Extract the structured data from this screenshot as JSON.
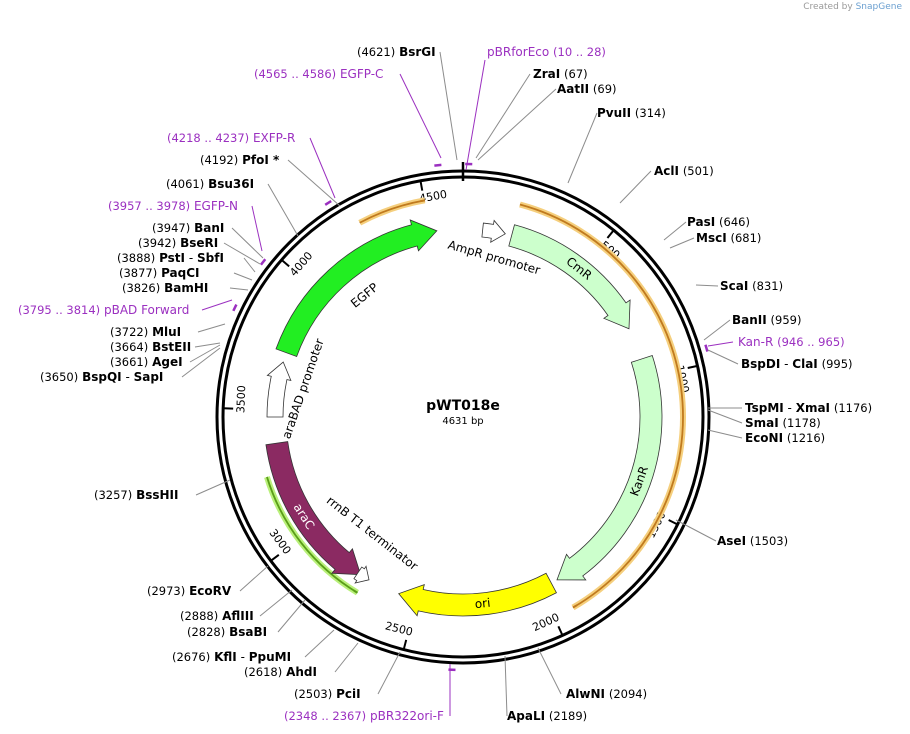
{
  "credit": {
    "prefix": "Created by",
    "brand": "SnapGene"
  },
  "plasmid": {
    "name": "pWT018e",
    "length_label": "4631 bp",
    "length": 4631
  },
  "colors": {
    "primer": "#9b30c0",
    "label": "#000000",
    "leader": "#8c8c8c",
    "egfp": "#22ee22",
    "amp_promoter": "#ffffff",
    "cmr": "#ccffcc",
    "kanr": "#ccffcc",
    "ori": "#ffff00",
    "arac": "#8b2a62",
    "terminator": "#ffffff",
    "arabad_promoter": "#ffffff",
    "orf_line": "#c07a1e",
    "orf_glow": "#f5cf7d",
    "orf_line_green": "#5a9e18",
    "orf_glow_green": "#b9f07a"
  },
  "ticks": [
    {
      "label": "500"
    },
    {
      "label": "1000"
    },
    {
      "label": "1500"
    },
    {
      "label": "2000"
    },
    {
      "label": "2500"
    },
    {
      "label": "3000"
    },
    {
      "label": "3500"
    },
    {
      "label": "4000"
    },
    {
      "label": "4500"
    }
  ],
  "features": [
    {
      "name": "EGFP",
      "color": "egfp"
    },
    {
      "name": "AmpR promoter",
      "color": "amp_promoter"
    },
    {
      "name": "CmR",
      "color": "cmr"
    },
    {
      "name": "KanR",
      "color": "kanr"
    },
    {
      "name": "ori",
      "color": "ori"
    },
    {
      "name": "araC",
      "color": "arac"
    },
    {
      "name": "rrnB T1 terminator",
      "color": "terminator"
    },
    {
      "name": "araBAD promoter",
      "color": "arabad_promoter"
    }
  ],
  "sites": [
    {
      "id": "bsrgi",
      "pos": "(4621)",
      "name": "BsrGI",
      "kind": "enzyme"
    },
    {
      "id": "pbrforeco",
      "pos": "(10 .. 28)",
      "name": "pBRforEco",
      "kind": "primer"
    },
    {
      "id": "zrai",
      "pos": "(67)",
      "name": "ZraI",
      "kind": "enzyme"
    },
    {
      "id": "aatii",
      "pos": "(69)",
      "name": "AatII",
      "kind": "enzyme"
    },
    {
      "id": "egfp-c",
      "pos": "(4565 .. 4586)",
      "name": "EGFP-C",
      "kind": "primer"
    },
    {
      "id": "pvuii",
      "pos": "(314)",
      "name": "PvuII",
      "kind": "enzyme"
    },
    {
      "id": "exfp-r",
      "pos": "(4218 .. 4237)",
      "name": "EXFP-R",
      "kind": "primer"
    },
    {
      "id": "pfoi",
      "pos": "(4192)",
      "name": "PfoI *",
      "kind": "enzyme"
    },
    {
      "id": "acli",
      "pos": "(501)",
      "name": "AclI",
      "kind": "enzyme"
    },
    {
      "id": "bsu36i",
      "pos": "(4061)",
      "name": "Bsu36I",
      "kind": "enzyme"
    },
    {
      "id": "egfp-n",
      "pos": "(3957 .. 3978)",
      "name": "EGFP-N",
      "kind": "primer"
    },
    {
      "id": "pasi",
      "pos": "(646)",
      "name": "PasI",
      "kind": "enzyme"
    },
    {
      "id": "bani",
      "pos": "(3947)",
      "name": "BanI",
      "kind": "enzyme"
    },
    {
      "id": "msci",
      "pos": "(681)",
      "name": "MscI",
      "kind": "enzyme"
    },
    {
      "id": "beseri",
      "pos": "(3942)",
      "name": "BseRI",
      "kind": "enzyme"
    },
    {
      "id": "psti",
      "pos": "(3888)",
      "name": "PstI",
      "name2": "SbfI",
      "kind": "enzyme"
    },
    {
      "id": "paqci",
      "pos": "(3877)",
      "name": "PaqCI",
      "kind": "enzyme"
    },
    {
      "id": "scai",
      "pos": "(831)",
      "name": "ScaI",
      "kind": "enzyme"
    },
    {
      "id": "bamhi",
      "pos": "(3826)",
      "name": "BamHI",
      "kind": "enzyme"
    },
    {
      "id": "pbad-forward",
      "pos": "(3795 .. 3814)",
      "name": "pBAD Forward",
      "kind": "primer"
    },
    {
      "id": "banii",
      "pos": "(959)",
      "name": "BanII",
      "kind": "enzyme"
    },
    {
      "id": "mlui",
      "pos": "(3722)",
      "name": "MluI",
      "kind": "enzyme"
    },
    {
      "id": "kan-r",
      "pos": "(946 .. 965)",
      "name": "Kan-R",
      "kind": "primer"
    },
    {
      "id": "bsteii",
      "pos": "(3664)",
      "name": "BstEII",
      "kind": "enzyme"
    },
    {
      "id": "agei",
      "pos": "(3661)",
      "name": "AgeI",
      "kind": "enzyme"
    },
    {
      "id": "bspdi",
      "pos": "(995)",
      "name": "BspDI",
      "name2": "ClaI",
      "kind": "enzyme"
    },
    {
      "id": "bspqi",
      "pos": "(3650)",
      "name": "BspQI",
      "name2": "SapI",
      "kind": "enzyme"
    },
    {
      "id": "tspmi",
      "pos": "(1176)",
      "name": "TspMI",
      "name2": "XmaI",
      "kind": "enzyme"
    },
    {
      "id": "smai",
      "pos": "(1178)",
      "name": "SmaI",
      "kind": "enzyme"
    },
    {
      "id": "econi",
      "pos": "(1216)",
      "name": "EcoNI",
      "kind": "enzyme"
    },
    {
      "id": "bsshii",
      "pos": "(3257)",
      "name": "BssHII",
      "kind": "enzyme"
    },
    {
      "id": "asei",
      "pos": "(1503)",
      "name": "AseI",
      "kind": "enzyme"
    },
    {
      "id": "ecorv",
      "pos": "(2973)",
      "name": "EcoRV",
      "kind": "enzyme"
    },
    {
      "id": "afliii",
      "pos": "(2888)",
      "name": "AflIII",
      "kind": "enzyme"
    },
    {
      "id": "bsabi",
      "pos": "(2828)",
      "name": "BsaBI",
      "kind": "enzyme"
    },
    {
      "id": "kfli",
      "pos": "(2676)",
      "name": "KflI",
      "name2": "PpuMI",
      "kind": "enzyme"
    },
    {
      "id": "ahdi",
      "pos": "(2618)",
      "name": "AhdI",
      "kind": "enzyme"
    },
    {
      "id": "alwni",
      "pos": "(2094)",
      "name": "AlwNI",
      "kind": "enzyme"
    },
    {
      "id": "pcii",
      "pos": "(2503)",
      "name": "PciI",
      "kind": "enzyme"
    },
    {
      "id": "apali",
      "pos": "(2189)",
      "name": "ApaLI",
      "kind": "enzyme"
    },
    {
      "id": "pbr322ori-f",
      "pos": "(2348 .. 2367)",
      "name": "pBR322ori-F",
      "kind": "primer"
    }
  ]
}
